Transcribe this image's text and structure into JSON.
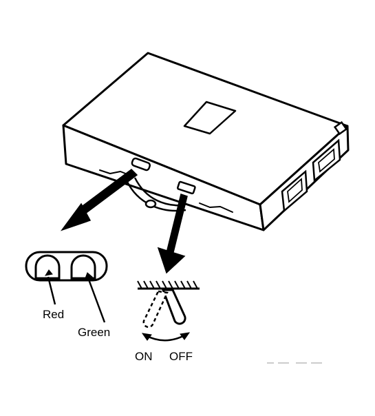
{
  "labels": {
    "led_red": "Red",
    "led_green": "Green",
    "switch_on": "ON",
    "switch_off": "OFF"
  },
  "colors": {
    "ink": "#000000",
    "paper": "#ffffff"
  }
}
